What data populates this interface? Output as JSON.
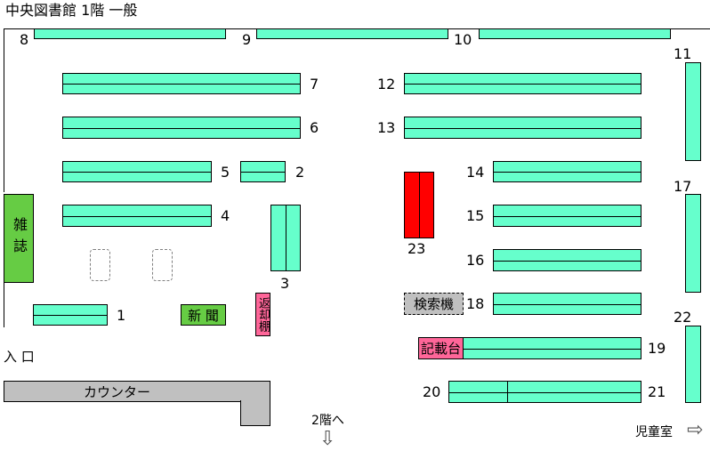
{
  "title": "中央図書館 1階 一般",
  "colors": {
    "shelf": "#66ffcc",
    "special": "#ff0000",
    "pink": "#ff6699",
    "magazine": "#66cc44",
    "counter": "#c0c0c0",
    "search": "#c0c0c0"
  },
  "shelf_numbers": {
    "s1": "1",
    "s2": "2",
    "s3": "3",
    "s4": "4",
    "s5": "5",
    "s6": "6",
    "s7": "7",
    "s8": "8",
    "s9": "9",
    "s10": "10",
    "s11": "11",
    "s12": "12",
    "s13": "13",
    "s14": "14",
    "s15": "15",
    "s16": "16",
    "s17": "17",
    "s18": "18",
    "s19": "19",
    "s20": "20",
    "s21": "21",
    "s22": "22",
    "s23": "23"
  },
  "areas": {
    "magazine": "雑誌",
    "newspaper": "新 聞",
    "return_shelf": "返却棚",
    "search_terminal": "検索機",
    "writing_desk": "記載台",
    "counter": "カウンター",
    "entrance": "入 口",
    "second_floor": "2階へ",
    "children_room": "児童室"
  },
  "arrows": {
    "down": "⇩",
    "right": "⇨"
  }
}
